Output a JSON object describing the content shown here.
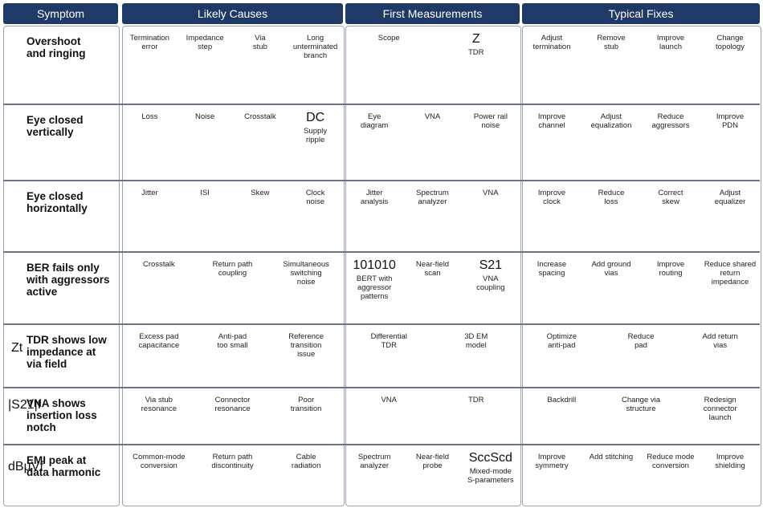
{
  "headers": {
    "symptom": "Symptom",
    "causes": "Likely Causes",
    "measurements": "First Measurements",
    "fixes": "Typical Fixes"
  },
  "rows": [
    {
      "symptom": [
        "Overshoot",
        "and ringing"
      ],
      "causes": [
        {
          "label": [
            "Termination",
            "error"
          ],
          "icon": "resistor-icon"
        },
        {
          "label": [
            "Impedance",
            "step"
          ],
          "icon": "step-icon"
        },
        {
          "label": [
            "Via",
            "stub"
          ],
          "icon": "via-icon"
        },
        {
          "label": [
            "Long",
            "unterminated",
            "branch"
          ],
          "icon": "branch-icon"
        }
      ],
      "measurements": [
        {
          "label": [
            "Scope"
          ],
          "icon": "oscilloscope-icon"
        },
        {
          "label": [
            "TDR"
          ],
          "icon": "tdr-icon"
        }
      ],
      "fixes": [
        {
          "label": [
            "Adjust",
            "termination"
          ],
          "icon": "resistor-icon"
        },
        {
          "label": [
            "Remove",
            "stub"
          ],
          "icon": "via-remove-icon"
        },
        {
          "label": [
            "Improve",
            "launch"
          ],
          "icon": "buffer-icon"
        },
        {
          "label": [
            "Change",
            "topology"
          ],
          "icon": "topology-icon"
        }
      ]
    },
    {
      "symptom": [
        "Eye closed",
        "vertically"
      ],
      "causes": [
        {
          "label": [
            "Loss"
          ],
          "icon": "loss-curve-icon"
        },
        {
          "label": [
            "Noise"
          ],
          "icon": "noise-icon"
        },
        {
          "label": [
            "Crosstalk"
          ],
          "icon": "crosstalk-icon"
        },
        {
          "label": [
            "Supply",
            "ripple"
          ],
          "icon": "ripple-icon",
          "text": "DC"
        }
      ],
      "measurements": [
        {
          "label": [
            "Eye",
            "diagram"
          ],
          "icon": "eye-diagram-icon"
        },
        {
          "label": [
            "VNA"
          ],
          "icon": "vna-icon"
        },
        {
          "label": [
            "Power rail",
            "noise"
          ],
          "icon": "power-rail-icon"
        }
      ],
      "fixes": [
        {
          "label": [
            "Improve",
            "channel"
          ],
          "icon": "lowpass-icon"
        },
        {
          "label": [
            "Adjust",
            "equalization"
          ],
          "icon": "sliders-icon"
        },
        {
          "label": [
            "Reduce",
            "aggressors"
          ],
          "icon": "aggressor-icon"
        },
        {
          "label": [
            "Improve",
            "PDN"
          ],
          "icon": "capacitor-icon"
        }
      ]
    },
    {
      "symptom": [
        "Eye closed",
        "horizontally"
      ],
      "causes": [
        {
          "label": [
            "Jitter"
          ],
          "icon": "jitter-icon"
        },
        {
          "label": [
            "ISI"
          ],
          "icon": "isi-icon"
        },
        {
          "label": [
            "Skew"
          ],
          "icon": "skew-icon"
        },
        {
          "label": [
            "Clock",
            "noise"
          ],
          "icon": "clock-icon"
        }
      ],
      "measurements": [
        {
          "label": [
            "Jitter",
            "analysis"
          ],
          "icon": "histogram-icon"
        },
        {
          "label": [
            "Spectrum",
            "analyzer"
          ],
          "icon": "spectrum-icon"
        },
        {
          "label": [
            "VNA"
          ],
          "icon": "vna-icon"
        }
      ],
      "fixes": [
        {
          "label": [
            "Improve",
            "clock"
          ],
          "icon": "clock-check-icon"
        },
        {
          "label": [
            "Reduce",
            "loss"
          ],
          "icon": "loss-curve-icon"
        },
        {
          "label": [
            "Correct",
            "skew"
          ],
          "icon": "skew-correct-icon"
        },
        {
          "label": [
            "Adjust",
            "equalizer"
          ],
          "icon": "equalizer-icon"
        }
      ]
    },
    {
      "symptom": [
        "BER fails only",
        "with aggressors",
        "active"
      ],
      "causes": [
        {
          "label": [
            "Crosstalk"
          ],
          "icon": "crosstalk-icon"
        },
        {
          "label": [
            "Return path",
            "coupling"
          ],
          "icon": "return-path-icon"
        },
        {
          "label": [
            "Simultaneous",
            "switching",
            "noise"
          ],
          "icon": "ssn-icon"
        }
      ],
      "measurements": [
        {
          "label": [
            "BERT with",
            "aggressor",
            "patterns"
          ],
          "icon": "bert-icon",
          "text": "101010"
        },
        {
          "label": [
            "Near-field",
            "scan"
          ],
          "icon": "nearfield-scan-icon"
        },
        {
          "label": [
            "VNA",
            "coupling"
          ],
          "icon": "vna-s21-icon",
          "text": "S21"
        }
      ],
      "fixes": [
        {
          "label": [
            "Increase",
            "spacing"
          ],
          "icon": "spacing-icon"
        },
        {
          "label": [
            "Add ground",
            "vias"
          ],
          "icon": "ground-vias-icon"
        },
        {
          "label": [
            "Improve",
            "routing"
          ],
          "icon": "routing-icon"
        },
        {
          "label": [
            "Reduce shared",
            "return",
            "impedance"
          ],
          "icon": "resistor-icon"
        }
      ]
    },
    {
      "symptom": [
        "TDR shows low",
        "impedance at",
        "via field"
      ],
      "causes": [
        {
          "label": [
            "Excess pad",
            "capacitance"
          ],
          "icon": "pad-cap-icon"
        },
        {
          "label": [
            "Anti-pad",
            "too small"
          ],
          "icon": "antipad-icon"
        },
        {
          "label": [
            "Reference",
            "transition",
            "issue"
          ],
          "icon": "reference-icon"
        }
      ],
      "measurements": [
        {
          "label": [
            "Differential",
            "TDR"
          ],
          "icon": "diff-tdr-icon"
        },
        {
          "label": [
            "3D EM",
            "model"
          ],
          "icon": "em-model-icon"
        }
      ],
      "fixes": [
        {
          "label": [
            "Optimize",
            "anti-pad"
          ],
          "icon": "antipad-icon"
        },
        {
          "label": [
            "Reduce",
            "pad"
          ],
          "icon": "pad-icon"
        },
        {
          "label": [
            "Add return",
            "vias"
          ],
          "icon": "return-via-icon"
        }
      ]
    },
    {
      "symptom": [
        "VNA shows",
        "insertion loss",
        "notch"
      ],
      "causes": [
        {
          "label": [
            "Via stub",
            "resonance"
          ],
          "icon": "via-stub-icon"
        },
        {
          "label": [
            "Connector",
            "resonance"
          ],
          "icon": "connector-icon"
        },
        {
          "label": [
            "Poor",
            "transition"
          ],
          "icon": "poor-transition-icon"
        }
      ],
      "measurements": [
        {
          "label": [
            "VNA"
          ],
          "icon": "vna-icon"
        },
        {
          "label": [
            "TDR"
          ],
          "icon": "tdr-step-icon"
        }
      ],
      "fixes": [
        {
          "label": [
            "Backdrill"
          ],
          "icon": "backdrill-icon"
        },
        {
          "label": [
            "Change via",
            "structure"
          ],
          "icon": "via-structure-icon"
        },
        {
          "label": [
            "Redesign",
            "connector",
            "launch"
          ],
          "icon": "connector-icon"
        }
      ]
    },
    {
      "symptom": [
        "EMI peak at",
        "data harmonic"
      ],
      "causes": [
        {
          "label": [
            "Common-mode",
            "conversion"
          ],
          "icon": "common-mode-icon"
        },
        {
          "label": [
            "Return path",
            "discontinuity"
          ],
          "icon": "discontinuity-icon"
        },
        {
          "label": [
            "Cable",
            "radiation"
          ],
          "icon": "cable-icon"
        }
      ],
      "measurements": [
        {
          "label": [
            "Spectrum",
            "analyzer"
          ],
          "icon": "spectrum-icon"
        },
        {
          "label": [
            "Near-field",
            "probe"
          ],
          "icon": "probe-icon"
        },
        {
          "label": [
            "Mixed-mode",
            "S-parameters"
          ],
          "icon": "mixed-mode-icon",
          "text": [
            "Scc",
            "Scd"
          ]
        }
      ],
      "fixes": [
        {
          "label": [
            "Improve",
            "symmetry"
          ],
          "icon": "symmetry-icon"
        },
        {
          "label": [
            "Add stitching"
          ],
          "icon": "stitching-icon"
        },
        {
          "label": [
            "Reduce mode",
            "conversion"
          ],
          "icon": "mode-conversion-icon"
        },
        {
          "label": [
            "Improve",
            "shielding"
          ],
          "icon": "shield-icon"
        }
      ]
    }
  ],
  "symptom_axes": {
    "row3": [
      "|S21|",
      "f"
    ],
    "row4": [
      "Z",
      "t"
    ],
    "row5": [
      "|S21|",
      "f"
    ],
    "row6": [
      "dBµV",
      "f"
    ]
  },
  "colors": {
    "header": "#1f3a66",
    "red": "#e0231c",
    "blue": "#1f4fbf",
    "green": "#2a9d2a",
    "via_green": "#7cc242",
    "pad_gold": "#e6b84a"
  }
}
